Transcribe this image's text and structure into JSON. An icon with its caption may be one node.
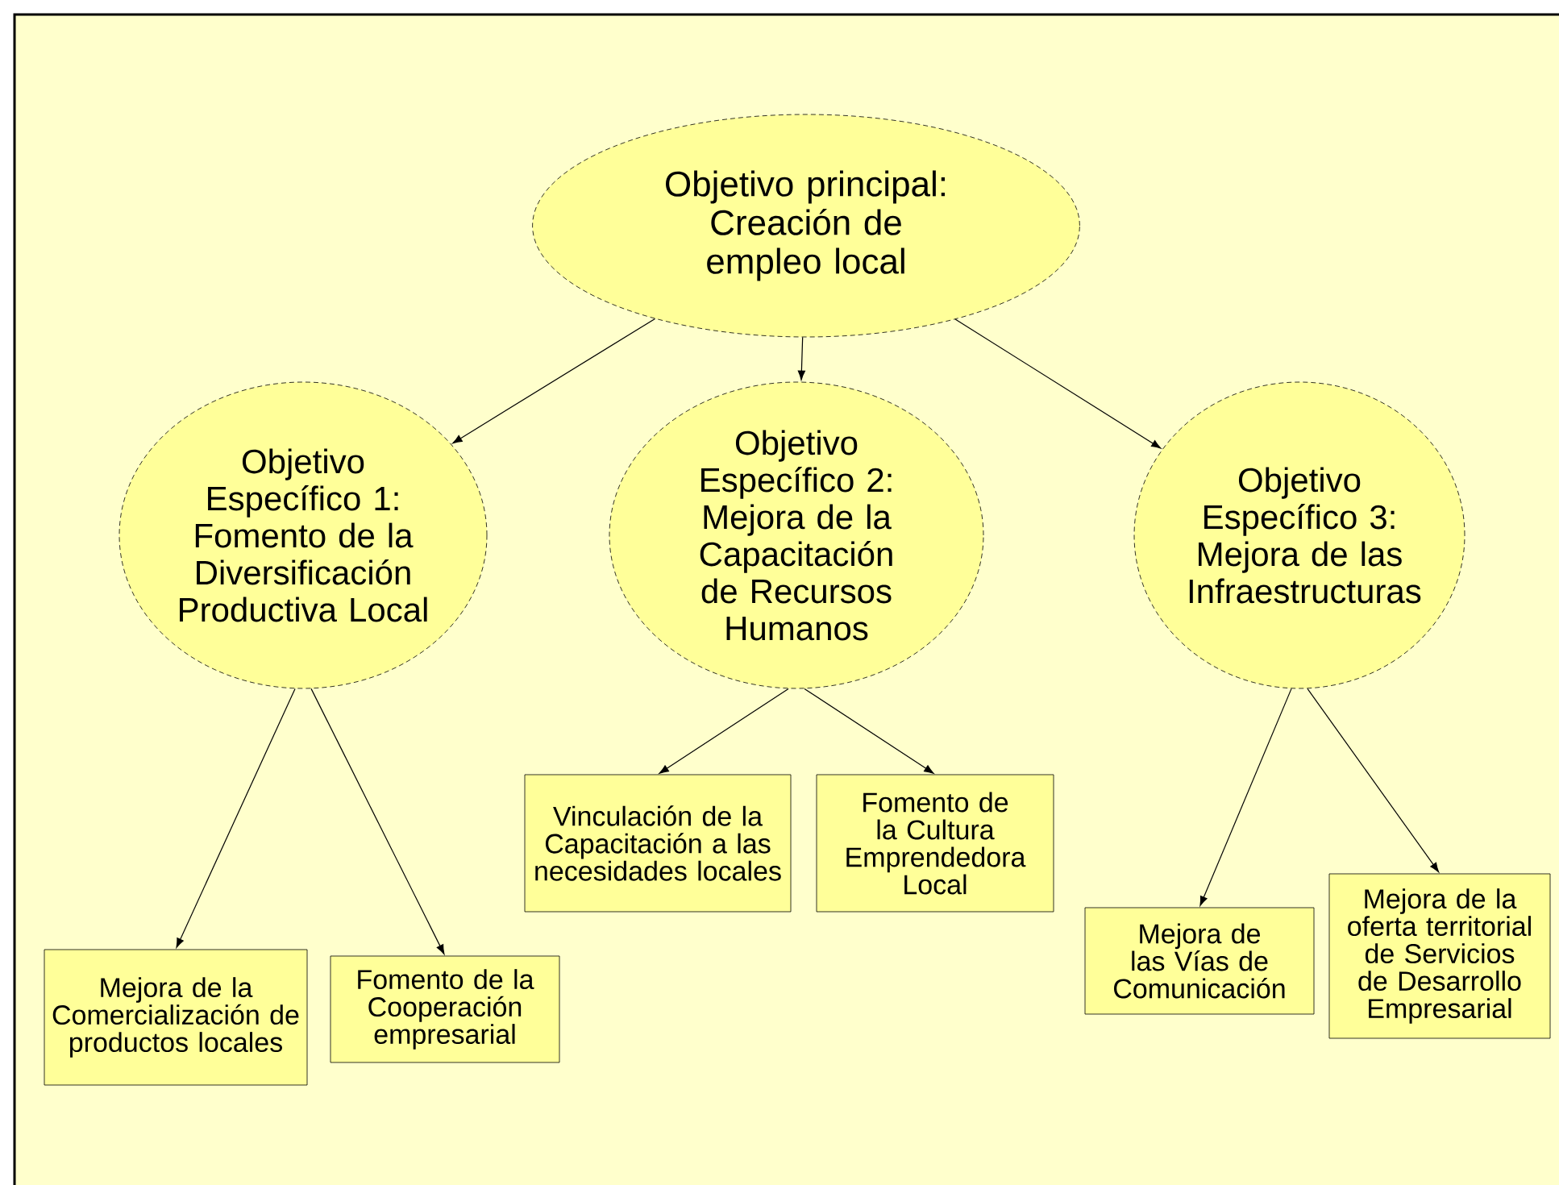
{
  "diagram": {
    "nodes": [
      {
        "text": [
          "Objetivo principal: Creación de empleo local"
        ]
      },
      {
        "text": [
          "Objetivo Específico 1: Fomento de la Diversificación Productiva Local"
        ]
      },
      {
        "text": [
          "Objetivo Específico 2: Mejora de la Capacitación de Recursos Humanos"
        ]
      },
      {
        "text": [
          "Objetivo Específico 3: Mejora de las Infraestructuras"
        ]
      },
      {
        "text": [
          "Mejora de la Comercialización de productos locales"
        ]
      },
      {
        "text": [
          "Fomento de la Cooperación empresarial"
        ]
      },
      {
        "text": [
          "Vinculación de la Capacitación a las necesidades locales"
        ]
      },
      {
        "text": [
          "Fomento de la Cultura Emprendedora Local"
        ]
      },
      {
        "text": [
          "Mejora de las Vías de Comunicación"
        ]
      },
      {
        "text": [
          "Mejora de la oferta territorial de Servicios de Desarrollo Empresarial"
        ]
      }
    ],
    "edges": [
      {
        "from": 0,
        "to": 1,
        "arrow": "to"
      },
      {
        "from": 0,
        "to": 2,
        "arrow": "to"
      },
      {
        "from": 0,
        "to": 3,
        "arrow": "to"
      },
      {
        "from": 1,
        "to": 4,
        "arrow": "to"
      },
      {
        "from": 1,
        "to": 5,
        "arrow": "to"
      },
      {
        "from": 2,
        "to": 6,
        "arrow": "to"
      },
      {
        "from": 2,
        "to": 7,
        "arrow": "to"
      },
      {
        "from": 3,
        "to": 8,
        "arrow": "to"
      },
      {
        "from": 3,
        "to": 9,
        "arrow": "to"
      }
    ]
  }
}
